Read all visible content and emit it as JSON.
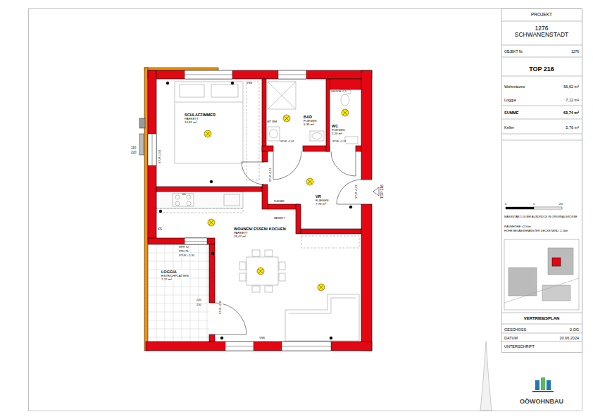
{
  "diagram": {
    "nodes": [
      {
        "text": [
          "SCHLAFZIMMER",
          "PARKETT",
          "14,82 m²"
        ]
      },
      {
        "text": [
          "BAD",
          "FLIESEN",
          "5,35 m²"
        ]
      },
      {
        "text": [
          "WC",
          "FLIESEN",
          "2,20 m²"
        ]
      },
      {
        "text": [
          "VR",
          "FLIESEN",
          "7,79 m²"
        ]
      },
      {
        "text": [
          "WOHNEN/ ESSEN/ KOCHEN",
          "PARKETT",
          "26,47 m²"
        ]
      },
      {
        "text": [
          "LOGGIA",
          "ESTRICHPLATTEN",
          "7,12 m²"
        ]
      }
    ],
    "labels": [
      "VSS",
      "VSS",
      "WT WM",
      "VM ROH +1,5",
      "STUK +2,03",
      "STUK +2,18",
      "STUK +2,03",
      "110",
      "220",
      "STUK +2,03",
      "STUK +2,03",
      "GS",
      "KS",
      "FLIESEN",
      "PARKETT",
      "RPH 72",
      "FPH 76",
      "STUK +2,30",
      "240",
      "230",
      "STUK +2,30",
      "TOP 216",
      "PROJEKT",
      "1276 SCHWANENSTADT",
      "OBJEKT Nr.",
      "1276",
      "TOP 216",
      "Wohnräume",
      "56,62 m²",
      "Loggia",
      "7,12 m²",
      "SUMME",
      "63,74 m²",
      "Keller",
      "5,76 m²",
      "0",
      "1",
      "2m",
      "MASSSTAB 1:50 BEI AUSDRUCK IN ORIGINALGRÖSSE",
      "RAUMHÖHE ≈2,50m",
      "HÖHE BEI ABGEHÄNGTER DECKE MIND. 2,16m",
      "VERTRIEBSPLAN",
      "GESCHOSS",
      "3.OG",
      "DATUM",
      "20.06.2024",
      "UNTERSCHRIFT",
      "OÖWOHNBAU"
    ]
  }
}
